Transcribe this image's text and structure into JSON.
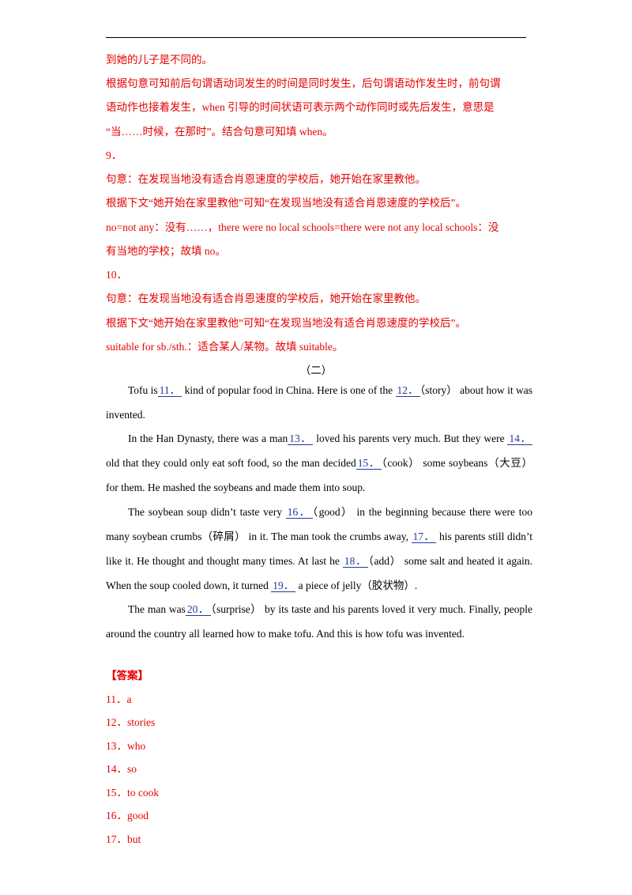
{
  "explanation": {
    "lines": [
      "到她的儿子是不同的。",
      "根据句意可知前后句谓语动词发生的时间是同时发生，后句谓语动作发生时，前句谓",
      "语动作也接着发生，when 引导的时间状语可表示两个动作同时或先后发生，意思是",
      "“当……时候，在那时”。结合句意可知填 when。",
      "9．",
      "句意：在发现当地没有适合肖恩速度的学校后，她开始在家里教他。",
      "根据下文“她开始在家里教他”可知“在发现当地没有适合肖恩速度的学校后”。",
      "no=not any：没有……，there were no local schools=there were not any local schools：没",
      "有当地的学校；故填 no。",
      "10．",
      "句意：在发现当地没有适合肖恩速度的学校后，她开始在家里教他。",
      "根据下文“她开始在家里教他”可知“在发现当地没有适合肖恩速度的学校后”。",
      "suitable for sb./sth.：适合某人/某物。故填 suitable。"
    ]
  },
  "section_title": "（二）",
  "passage": {
    "p1": {
      "t1": "Tofu is",
      "b11": "11．",
      "t2": " kind of popular food in China. Here is one of the ",
      "b12": "12．",
      "t3": "（story） about how it was invented."
    },
    "p2": {
      "t1": "In the Han Dynasty, there was a man",
      "b13": "13．",
      "t2": " loved his parents very much. But they were ",
      "b14": "14．",
      "t3": " old that they could only eat soft food, so the man decided",
      "b15": "15．",
      "t4": "（cook） some soybeans（大豆） for them. He mashed the soybeans and made them into soup."
    },
    "p3": {
      "t1": "The soybean soup didn’t taste very ",
      "b16": "16．",
      "t2": "（good） in the beginning because there were too many soybean crumbs（碎屑） in it. The man took the crumbs away, ",
      "b17": "17．",
      "t3": " his parents still didn’t like it. He thought and thought many times. At last he ",
      "b18": "18．",
      "t4": "（add） some salt and heated it again. When the soup cooled down, it turned ",
      "b19": "19．",
      "t5": " a piece of jelly（胶状物）."
    },
    "p4": {
      "t1": "The man was",
      "b20": "20．",
      "t2": "（surprise） by its taste and his parents loved it very much. Finally, people around the country all learned how to make tofu. And this is how tofu was invented."
    }
  },
  "answers": {
    "title": "【答案】",
    "items": [
      "11．a",
      "12．stories",
      "13．who",
      "14．so",
      "15．to cook",
      "16．good",
      "17．but"
    ]
  }
}
